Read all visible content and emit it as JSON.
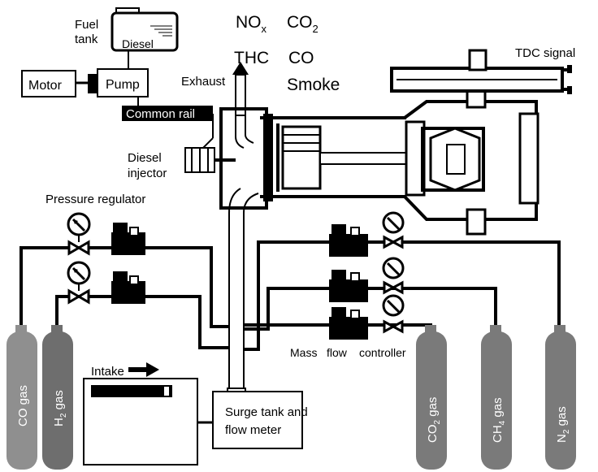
{
  "labels": {
    "fuel_tank_line1": "Fuel",
    "fuel_tank_line2": "tank",
    "diesel": "Diesel",
    "motor": "Motor",
    "pump": "Pump",
    "common_rail": "Common rail",
    "exhaust": "Exhaust",
    "nox": "NO",
    "nox_sub": "x",
    "co2_emission": "CO",
    "co2_emission_sub": "2",
    "thc": "THC",
    "co_emission": "CO",
    "smoke": "Smoke",
    "tdc_signal": "TDC signal",
    "diesel_injector_line1": "Diesel",
    "diesel_injector_line2": "injector",
    "pressure_regulator": "Pressure regulator",
    "mass_flow": "Mass",
    "flow": "flow",
    "controller": "controller",
    "intake": "Intake",
    "surge_tank_line1": "Surge tank and",
    "surge_tank_line2": "flow meter"
  },
  "gas_cylinders": {
    "co": {
      "main": "CO gas",
      "color": "#8f8f8f"
    },
    "h2": {
      "main": "H",
      "sub": "2",
      "rest": " gas",
      "color": "#6e6e6e"
    },
    "co2": {
      "main": "CO",
      "sub": "2",
      "rest": " gas",
      "color": "#7a7a7a"
    },
    "ch4": {
      "main": "CH",
      "sub": "4",
      "rest": " gas",
      "color": "#7a7a7a"
    },
    "n2": {
      "main": "N",
      "sub": "2",
      "rest": " gas",
      "color": "#7a7a7a"
    }
  }
}
